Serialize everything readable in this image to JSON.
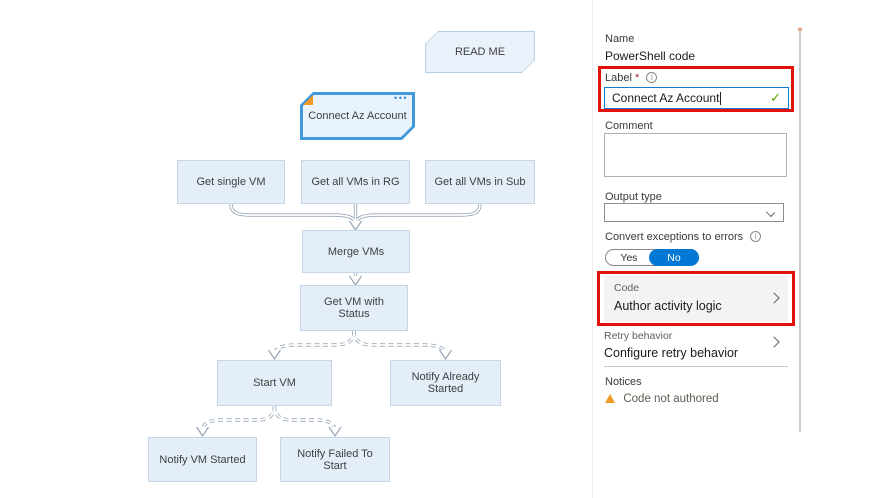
{
  "canvas": {
    "nodes": [
      {
        "id": "read-me",
        "label": "READ ME",
        "shape": "chamfer"
      },
      {
        "id": "connect-az-account",
        "label": "Connect Az Account",
        "shape": "chamfer",
        "selected": true,
        "has_warning": true
      },
      {
        "id": "get-single-vm",
        "label": "Get single VM",
        "shape": "rect"
      },
      {
        "id": "get-all-vms-in-rg",
        "label": "Get all VMs in RG",
        "shape": "rect"
      },
      {
        "id": "get-all-vms-in-sub",
        "label": "Get all VMs in Sub",
        "shape": "rect"
      },
      {
        "id": "merge-vms",
        "label": "Merge VMs",
        "shape": "rect"
      },
      {
        "id": "get-vm-with-status",
        "label": "Get VM with Status",
        "shape": "rect"
      },
      {
        "id": "start-vm",
        "label": "Start VM",
        "shape": "rect"
      },
      {
        "id": "notify-already-started",
        "label": "Notify Already Started",
        "shape": "rect"
      },
      {
        "id": "notify-vm-started",
        "label": "Notify VM Started",
        "shape": "rect"
      },
      {
        "id": "notify-failed-to-start",
        "label": "Notify Failed To Start",
        "shape": "rect"
      }
    ]
  },
  "panel": {
    "name_label": "Name",
    "name_value": "PowerShell code",
    "label_field": {
      "label": "Label",
      "required_marker": "*",
      "value": "Connect Az Account",
      "valid": true
    },
    "comment_label": "Comment",
    "comment_value": "",
    "output_type_label": "Output type",
    "output_type_value": "",
    "convert_exceptions_label": "Convert exceptions to errors",
    "toggle": {
      "yes_label": "Yes",
      "no_label": "No",
      "selected": "No"
    },
    "code_section": {
      "title": "Code",
      "action": "Author activity logic"
    },
    "retry_section": {
      "title": "Retry behavior",
      "action": "Configure retry behavior"
    },
    "notices_label": "Notices",
    "notice_warning": "Code not authored"
  },
  "colors": {
    "accent_blue": "#0078d4",
    "selected_node_border": "#4099d8",
    "node_fill": "#e3eef9",
    "node_border": "#c7d6e5",
    "connector": "#9aa9ba",
    "annotation_red": "#e0120b",
    "warning_orange": "#f09b28",
    "valid_green": "#57a300"
  }
}
